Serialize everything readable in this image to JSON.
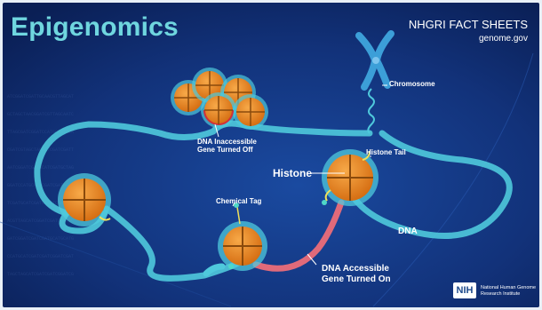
{
  "title": "Epigenomics",
  "publisher": {
    "title": "NHGRI FACT SHEETS",
    "url": "genome.gov"
  },
  "labels": {
    "chromosome": "Chromosome",
    "dna_inaccessible_line1": "DNA Inaccessible",
    "dna_inaccessible_line2": "Gene Turned Off",
    "histone": "Histone",
    "histone_tail": "Histone Tail",
    "chemical_tag": "Chemical Tag",
    "dna": "DNA",
    "dna_accessible_line1": "DNA Accessible",
    "dna_accessible_line2": "Gene Turned On"
  },
  "logo": {
    "abbr": "NIH",
    "name_line1": "National Human Genome",
    "name_line2": "Research Institute"
  },
  "colors": {
    "background": "#0e2a66",
    "title": "#6fd6df",
    "dna_strand": "#4fc9dc",
    "histone": "#e8841a",
    "accessible_dna": "#e06a7a",
    "chromosome": "#3c9fd8",
    "tag": "#f0e05a"
  }
}
